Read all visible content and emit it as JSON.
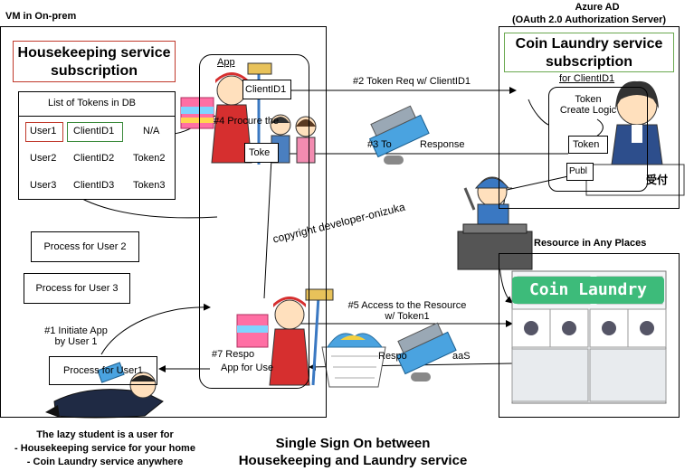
{
  "vm": {
    "title": "VM in On-prem",
    "service_title_l1": "Housekeeping service",
    "service_title_l2": "subscription",
    "tokens_header": "List of Tokens in DB",
    "rows": [
      {
        "user": "User1",
        "client": "ClientID1",
        "token": "N/A"
      },
      {
        "user": "User2",
        "client": "ClientID2",
        "token": "Token2"
      },
      {
        "user": "User3",
        "client": "ClientID3",
        "token": "Token3"
      }
    ],
    "process_user2": "Process for User 2",
    "process_user3": "Process for User 3",
    "process_user1": "Process for User1",
    "app_label": "App",
    "app_clientid_fragment": "ClientID1",
    "app_token_fragment": "Toke",
    "app_procure_fragment": "#4 Procure the"
  },
  "azure": {
    "title_l1": "Azure AD",
    "title_l2": "(OAuth 2.0 Authorization Server)",
    "service_l1": "Coin Laundry service",
    "service_l2": "subscription",
    "for_client": "for ClientID1",
    "token_create_l1": "Token",
    "token_create_l2": "Create Logic",
    "token_fragment": "Token",
    "public_fragment": "Publ"
  },
  "resource": {
    "title": "Resource in Any Places",
    "sign_text": "Coin Laundry",
    "saas_fragment": "aaS",
    "resp_fragment": "Respo"
  },
  "arrows": {
    "a1_l1": "#1 Initiate App",
    "a1_l2": "by User 1",
    "a2": "#2 Token Req w/ ClientID1",
    "a3_prefix": "#3 To",
    "a3_suffix": "Response",
    "a5_l1": "#5 Access to the Resource",
    "a5_l2": "w/ Token1",
    "a7_l1": "#7 Respo",
    "a7_l2": "App for Use"
  },
  "watermark": "copyright developer-onizuka",
  "reception_sign": "受付",
  "caption": {
    "student_l1": "The lazy student  is a user for",
    "student_l2": "- Housekeeping service for your home",
    "student_l3": "- Coin Laundry service anywhere",
    "title_l1": "Single Sign On between",
    "title_l2": "Housekeeping and Laundry service"
  },
  "colors": {
    "user1_border": "#c0392b",
    "client1_border": "#3a8a3a",
    "service_title_border_left": "#c0392b",
    "service_title_border_right": "#6aa84f",
    "laundry_sign": "#3dbb7a",
    "apron_red": "#d62f2f",
    "cap_blue": "#3a78c2",
    "basket_blue": "#4aa3e0"
  },
  "icons": [
    "housekeeper-icon",
    "family-icon",
    "receptionist-icon",
    "technician-icon",
    "washing-machine-icon",
    "money-tray-icon",
    "sleeping-student-icon",
    "laundry-basket-icon"
  ]
}
